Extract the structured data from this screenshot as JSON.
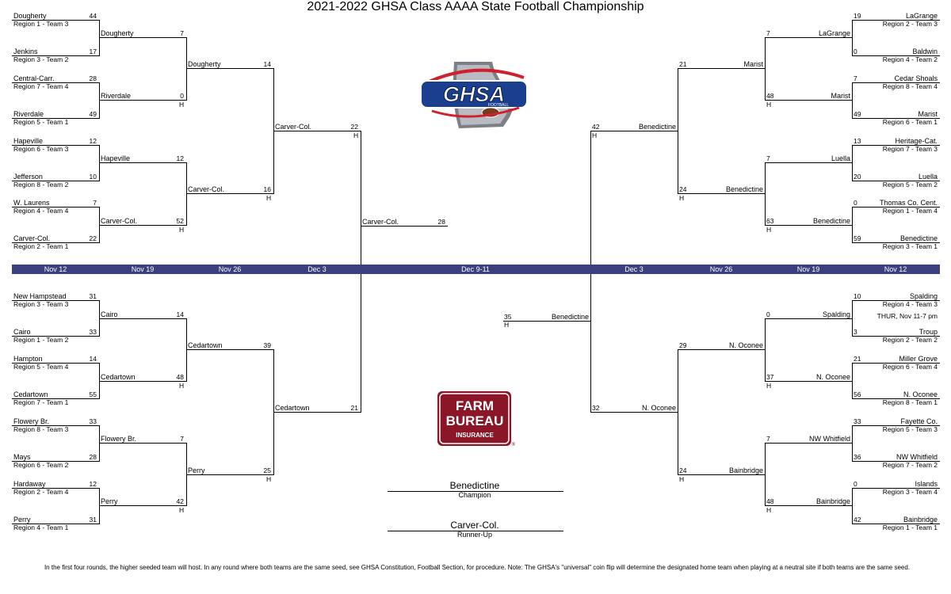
{
  "title": "2021-2022 GHSA Class AAAA State Football Championship",
  "dates": [
    "Nov 12",
    "Nov 19",
    "Nov 26",
    "Dec 3",
    "Dec 9-11",
    "Dec 3",
    "Nov 26",
    "Nov 19",
    "Nov 12"
  ],
  "left_r1": [
    {
      "team": "Dougherty",
      "sub": "Region 1 - Team 3",
      "score": "44"
    },
    {
      "team": "Jenkins",
      "sub": "Region 3 - Team 2",
      "score": "17"
    },
    {
      "team": "Central-Carr.",
      "sub": "Region 7 - Team 4",
      "score": "28"
    },
    {
      "team": "Riverdale",
      "sub": "Region 5 - Team 1",
      "score": "49"
    },
    {
      "team": "Hapeville",
      "sub": "Region 6 - Team 3",
      "score": "12"
    },
    {
      "team": "Jefferson",
      "sub": "Region 8 - Team 2",
      "score": "10"
    },
    {
      "team": "W. Laurens",
      "sub": "Region 4 - Team 4",
      "score": "7"
    },
    {
      "team": "Carver-Col.",
      "sub": "Region 2 - Team 1",
      "score": "22"
    },
    {
      "team": "New Hampstead",
      "sub": "Region 3 - Team 3",
      "score": "31"
    },
    {
      "team": "Cairo",
      "sub": "Region 1 - Team 2",
      "score": "33"
    },
    {
      "team": "Hampton",
      "sub": "Region 5 - Team 4",
      "score": "14"
    },
    {
      "team": "Cedartown",
      "sub": "Region 7 - Team 1",
      "score": "55"
    },
    {
      "team": "Flowery Br.",
      "sub": "Region 8 - Team 3",
      "score": "33"
    },
    {
      "team": "Mays",
      "sub": "Region 6 - Team 2",
      "score": "28"
    },
    {
      "team": "Hardaway",
      "sub": "Region 2 - Team 4",
      "score": "12"
    },
    {
      "team": "Perry",
      "sub": "Region 4 - Team 1",
      "score": "31"
    }
  ],
  "left_r2": [
    {
      "team": "Dougherty",
      "score": "7",
      "home": ""
    },
    {
      "team": "Riverdale",
      "score": "0",
      "home": "H"
    },
    {
      "team": "Hapeville",
      "score": "12",
      "home": ""
    },
    {
      "team": "Carver-Col.",
      "score": "52",
      "home": "H"
    },
    {
      "team": "Cairo",
      "score": "14",
      "home": ""
    },
    {
      "team": "Cedartown",
      "score": "48",
      "home": "H"
    },
    {
      "team": "Flowery Br.",
      "score": "7",
      "home": ""
    },
    {
      "team": "Perry",
      "score": "42",
      "home": "H"
    }
  ],
  "left_r3": [
    {
      "team": "Dougherty",
      "score": "14",
      "home": ""
    },
    {
      "team": "Carver-Col.",
      "score": "16",
      "home": "H"
    },
    {
      "team": "Cedartown",
      "score": "39",
      "home": ""
    },
    {
      "team": "Perry",
      "score": "25",
      "home": "H"
    }
  ],
  "left_r4": [
    {
      "team": "Carver-Col.",
      "score": "22",
      "home": "H"
    },
    {
      "team": "Cedartown",
      "score": "21",
      "home": ""
    }
  ],
  "left_final": {
    "team": "Carver-Col.",
    "score": "28"
  },
  "right_final": {
    "team": "Benedictine",
    "score": "35",
    "home": "H"
  },
  "right_r1": [
    {
      "team": "LaGrange",
      "sub": "Region 2 - Team 3",
      "score": "19"
    },
    {
      "team": "Baldwin",
      "sub": "Region 4 - Team 2",
      "score": "0"
    },
    {
      "team": "Cedar Shoals",
      "sub": "Region  8 - Team 4",
      "score": "7"
    },
    {
      "team": "Marist",
      "sub": "Region 6 - Team 1",
      "score": "49"
    },
    {
      "team": "Heritage-Cat.",
      "sub": "Region 7 - Team 3",
      "score": "13"
    },
    {
      "team": "Luella",
      "sub": "Region 5 - Team 2",
      "score": "20"
    },
    {
      "team": "Thomas Co. Cent.",
      "sub": "Region 1 - Team 4",
      "score": "0"
    },
    {
      "team": "Benedictine",
      "sub": "Region 3 - Team 1",
      "score": "59"
    },
    {
      "team": "Spalding",
      "sub": "Region 4 - Team 3",
      "score": "10"
    },
    {
      "team": "Troup",
      "sub": "Region 2 - Team 2",
      "score": "3"
    },
    {
      "team": "Miller Grove",
      "sub": "Region 6 - Team 4",
      "score": "21"
    },
    {
      "team": "N. Oconee",
      "sub": "Region 8 - Team 1",
      "score": "56"
    },
    {
      "team": "Fayette Co.",
      "sub": "Region 5 - Team 3",
      "score": "33"
    },
    {
      "team": "NW Whitfield",
      "sub": "Region 7 - Team 2",
      "score": "36"
    },
    {
      "team": "Islands",
      "sub": "Region 3 - Team 4",
      "score": "0"
    },
    {
      "team": "Bainbridge",
      "sub": "Region 1 - Team 1",
      "score": "42"
    }
  ],
  "right_note": "THUR, Nov 11-7 pm",
  "right_r2": [
    {
      "team": "LaGrange",
      "score": "7",
      "home": ""
    },
    {
      "team": "Marist",
      "score": "48",
      "home": "H"
    },
    {
      "team": "Luella",
      "score": "7",
      "home": ""
    },
    {
      "team": "Benedictine",
      "score": "63",
      "home": "H"
    },
    {
      "team": "Spalding",
      "score": "0",
      "home": ""
    },
    {
      "team": "N. Oconee",
      "score": "37",
      "home": "H"
    },
    {
      "team": "NW Whitfield",
      "score": "7",
      "home": ""
    },
    {
      "team": "Bainbridge",
      "score": "48",
      "home": "H"
    }
  ],
  "right_r3": [
    {
      "team": "Marist",
      "score": "21",
      "home": ""
    },
    {
      "team": "Benedictine",
      "score": "24",
      "home": "H"
    },
    {
      "team": "N. Oconee",
      "score": "29",
      "home": ""
    },
    {
      "team": "Bainbridge",
      "score": "24",
      "home": "H"
    }
  ],
  "right_r4": [
    {
      "team": "Benedictine",
      "score": "42",
      "home": "H"
    },
    {
      "team": "N. Oconee",
      "score": "32",
      "home": ""
    }
  ],
  "results": {
    "champion": "Benedictine",
    "champion_label": "Champion",
    "runnerup": "Carver-Col.",
    "runnerup_label": "Runner-Up"
  },
  "logos": {
    "ghsa_text": "GHSA",
    "ghsa_sub": "FOOTBALL",
    "fb_line1": "FARM",
    "fb_line2": "BUREAU",
    "fb_line3": "INSURANCE",
    "fb_mark": "®"
  },
  "footnote": "In the first four rounds, the higher seeded team will host. In any round where both teams are the same seed, see GHSA Constitution, Football Section, for procedure.  Note: The GHSA's \"universal\" coin flip will determine the designated home team when playing at a neutral site if both teams are the same seed.",
  "colors": {
    "date_bar": "#3b3f7e",
    "ghsa_blue": "#1b3f8f",
    "ghsa_red": "#d0202e",
    "farm_bureau": "#8b1628"
  }
}
